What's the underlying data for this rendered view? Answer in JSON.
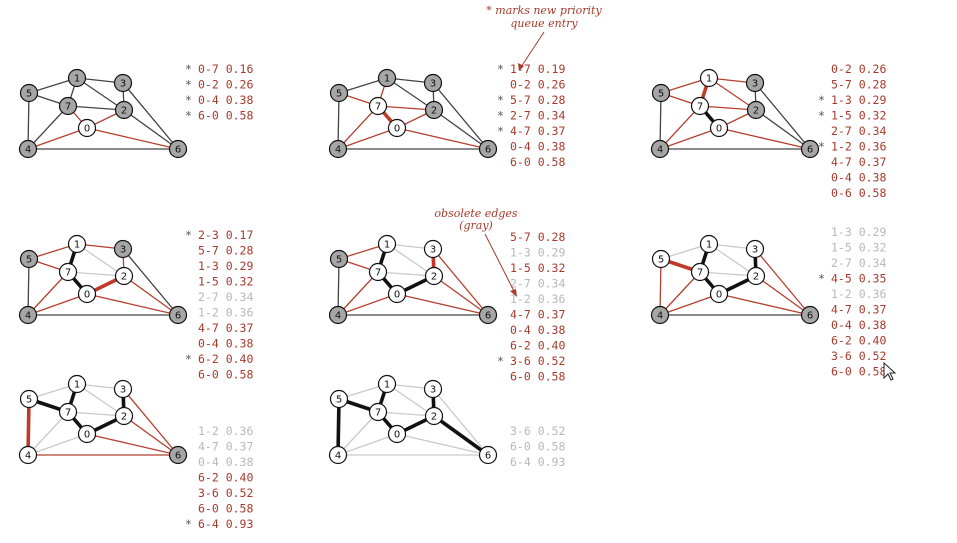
{
  "colors": {
    "tree_edge": "#111111",
    "crossing_edge": "#b5402f",
    "new_tree_edge": "#c0392b",
    "obsolete_edge": "#c9c9c9",
    "other_edge": "#444444",
    "active_entry": "#a83a2c",
    "obsolete_entry": "#b8b8b8",
    "tree_vertex_fill": "#ffffff",
    "non_tree_vertex_fill": "#a6a6a6"
  },
  "annotations": {
    "star_note_1": "* marks new priority",
    "star_note_2": "queue entry",
    "obsolete_note_1": "obsolete edges",
    "obsolete_note_2": "(gray)"
  },
  "graph": {
    "edges": [
      [
        4,
        5
      ],
      [
        4,
        7
      ],
      [
        5,
        7
      ],
      [
        0,
        7
      ],
      [
        1,
        5
      ],
      [
        0,
        4
      ],
      [
        2,
        3
      ],
      [
        1,
        7
      ],
      [
        0,
        2
      ],
      [
        1,
        2
      ],
      [
        1,
        3
      ],
      [
        2,
        7
      ],
      [
        6,
        2
      ],
      [
        3,
        6
      ],
      [
        6,
        0
      ],
      [
        6,
        4
      ]
    ],
    "vertex_labels": [
      "0",
      "1",
      "2",
      "3",
      "4",
      "5",
      "6",
      "7"
    ]
  },
  "steps": [
    {
      "tree": [
        0
      ],
      "tree_edges": [],
      "new_edge": null,
      "obsolete_edges": [],
      "crossing_edges": [
        [
          0,
          7
        ],
        [
          0,
          2
        ],
        [
          0,
          4
        ],
        [
          6,
          0
        ]
      ],
      "pq": [
        {
          "star": "*",
          "text": "0-7 0.16",
          "obsolete": false
        },
        {
          "star": "*",
          "text": "0-2 0.26",
          "obsolete": false
        },
        {
          "star": "*",
          "text": "0-4 0.38",
          "obsolete": false
        },
        {
          "star": "*",
          "text": "6-0 0.58",
          "obsolete": false
        }
      ]
    },
    {
      "tree": [
        0,
        7
      ],
      "tree_edges": [],
      "new_edge": [
        0,
        7
      ],
      "obsolete_edges": [],
      "crossing_edges": [
        [
          1,
          7
        ],
        [
          0,
          2
        ],
        [
          5,
          7
        ],
        [
          2,
          7
        ],
        [
          4,
          7
        ],
        [
          0,
          4
        ],
        [
          6,
          0
        ]
      ],
      "pq": [
        {
          "star": "*",
          "text": "1-7 0.19",
          "obsolete": false
        },
        {
          "star": "",
          "text": "0-2 0.26",
          "obsolete": false
        },
        {
          "star": "*",
          "text": "5-7 0.28",
          "obsolete": false
        },
        {
          "star": "*",
          "text": "2-7 0.34",
          "obsolete": false
        },
        {
          "star": "*",
          "text": "4-7 0.37",
          "obsolete": false
        },
        {
          "star": "",
          "text": "0-4 0.38",
          "obsolete": false
        },
        {
          "star": "",
          "text": "6-0 0.58",
          "obsolete": false
        }
      ]
    },
    {
      "tree": [
        0,
        7,
        1
      ],
      "tree_edges": [
        [
          0,
          7
        ]
      ],
      "new_edge": [
        1,
        7
      ],
      "obsolete_edges": [],
      "crossing_edges": [
        [
          0,
          2
        ],
        [
          5,
          7
        ],
        [
          1,
          3
        ],
        [
          1,
          5
        ],
        [
          2,
          7
        ],
        [
          1,
          2
        ],
        [
          4,
          7
        ],
        [
          0,
          4
        ],
        [
          6,
          0
        ]
      ],
      "pq": [
        {
          "star": "",
          "text": "0-2 0.26",
          "obsolete": false
        },
        {
          "star": "",
          "text": "5-7 0.28",
          "obsolete": false
        },
        {
          "star": "*",
          "text": "1-3 0.29",
          "obsolete": false
        },
        {
          "star": "*",
          "text": "1-5 0.32",
          "obsolete": false
        },
        {
          "star": "",
          "text": "2-7 0.34",
          "obsolete": false
        },
        {
          "star": "*",
          "text": "1-2 0.36",
          "obsolete": false
        },
        {
          "star": "",
          "text": "4-7 0.37",
          "obsolete": false
        },
        {
          "star": "",
          "text": "0-4 0.38",
          "obsolete": false
        },
        {
          "star": "",
          "text": "0-6 0.58",
          "obsolete": false
        }
      ]
    },
    {
      "tree": [
        0,
        7,
        1,
        2
      ],
      "tree_edges": [
        [
          0,
          7
        ],
        [
          1,
          7
        ]
      ],
      "new_edge": [
        0,
        2
      ],
      "obsolete_edges": [
        [
          2,
          7
        ],
        [
          1,
          2
        ]
      ],
      "crossing_edges": [
        [
          2,
          3
        ],
        [
          5,
          7
        ],
        [
          1,
          3
        ],
        [
          1,
          5
        ],
        [
          4,
          7
        ],
        [
          0,
          4
        ],
        [
          6,
          2
        ],
        [
          6,
          0
        ]
      ],
      "pq": [
        {
          "star": "*",
          "text": "2-3 0.17",
          "obsolete": false
        },
        {
          "star": "",
          "text": "5-7 0.28",
          "obsolete": false
        },
        {
          "star": "",
          "text": "1-3 0.29",
          "obsolete": false
        },
        {
          "star": "",
          "text": "1-5 0.32",
          "obsolete": false
        },
        {
          "star": "",
          "text": "2-7 0.34",
          "obsolete": true
        },
        {
          "star": "",
          "text": "1-2 0.36",
          "obsolete": true
        },
        {
          "star": "",
          "text": "4-7 0.37",
          "obsolete": false
        },
        {
          "star": "",
          "text": "0-4 0.38",
          "obsolete": false
        },
        {
          "star": "*",
          "text": "6-2 0.40",
          "obsolete": false
        },
        {
          "star": "",
          "text": "6-0 0.58",
          "obsolete": false
        }
      ]
    },
    {
      "tree": [
        0,
        7,
        1,
        2,
        3
      ],
      "tree_edges": [
        [
          0,
          7
        ],
        [
          1,
          7
        ],
        [
          0,
          2
        ]
      ],
      "new_edge": [
        2,
        3
      ],
      "obsolete_edges": [
        [
          2,
          7
        ],
        [
          1,
          2
        ],
        [
          1,
          3
        ]
      ],
      "crossing_edges": [
        [
          5,
          7
        ],
        [
          1,
          5
        ],
        [
          4,
          7
        ],
        [
          0,
          4
        ],
        [
          6,
          2
        ],
        [
          3,
          6
        ],
        [
          6,
          0
        ]
      ],
      "pq": [
        {
          "star": "",
          "text": "5-7 0.28",
          "obsolete": false
        },
        {
          "star": "",
          "text": "1-3 0.29",
          "obsolete": true
        },
        {
          "star": "",
          "text": "1-5 0.32",
          "obsolete": false
        },
        {
          "star": "",
          "text": "2-7 0.34",
          "obsolete": true
        },
        {
          "star": "",
          "text": "1-2 0.36",
          "obsolete": true
        },
        {
          "star": "",
          "text": "4-7 0.37",
          "obsolete": false
        },
        {
          "star": "",
          "text": "0-4 0.38",
          "obsolete": false
        },
        {
          "star": "",
          "text": "6-2 0.40",
          "obsolete": false
        },
        {
          "star": "*",
          "text": "3-6 0.52",
          "obsolete": false
        },
        {
          "star": "",
          "text": "6-0 0.58",
          "obsolete": false
        }
      ]
    },
    {
      "tree": [
        0,
        7,
        1,
        2,
        3,
        5
      ],
      "tree_edges": [
        [
          0,
          7
        ],
        [
          1,
          7
        ],
        [
          0,
          2
        ],
        [
          2,
          3
        ]
      ],
      "new_edge": [
        5,
        7
      ],
      "obsolete_edges": [
        [
          2,
          7
        ],
        [
          1,
          2
        ],
        [
          1,
          3
        ],
        [
          1,
          5
        ]
      ],
      "crossing_edges": [
        [
          4,
          5
        ],
        [
          4,
          7
        ],
        [
          0,
          4
        ],
        [
          6,
          2
        ],
        [
          3,
          6
        ],
        [
          6,
          0
        ]
      ],
      "pq": [
        {
          "star": "",
          "text": "1-3 0.29",
          "obsolete": true
        },
        {
          "star": "",
          "text": "1-5 0.32",
          "obsolete": true
        },
        {
          "star": "",
          "text": "2-7 0.34",
          "obsolete": true
        },
        {
          "star": "*",
          "text": "4-5 0.35",
          "obsolete": false
        },
        {
          "star": "",
          "text": "1-2 0.36",
          "obsolete": true
        },
        {
          "star": "",
          "text": "4-7 0.37",
          "obsolete": false
        },
        {
          "star": "",
          "text": "0-4 0.38",
          "obsolete": false
        },
        {
          "star": "",
          "text": "6-2 0.40",
          "obsolete": false
        },
        {
          "star": "",
          "text": "3-6 0.52",
          "obsolete": false
        },
        {
          "star": "",
          "text": "6-0 0.58",
          "obsolete": false
        }
      ]
    },
    {
      "tree": [
        0,
        7,
        1,
        2,
        3,
        5,
        4
      ],
      "tree_edges": [
        [
          0,
          7
        ],
        [
          1,
          7
        ],
        [
          0,
          2
        ],
        [
          2,
          3
        ],
        [
          5,
          7
        ]
      ],
      "new_edge": [
        4,
        5
      ],
      "obsolete_edges": [
        [
          2,
          7
        ],
        [
          1,
          2
        ],
        [
          1,
          3
        ],
        [
          1,
          5
        ],
        [
          4,
          7
        ],
        [
          0,
          4
        ]
      ],
      "crossing_edges": [
        [
          6,
          2
        ],
        [
          3,
          6
        ],
        [
          6,
          0
        ],
        [
          6,
          4
        ]
      ],
      "pq": [
        {
          "star": "",
          "text": "1-2 0.36",
          "obsolete": true
        },
        {
          "star": "",
          "text": "4-7 0.37",
          "obsolete": true
        },
        {
          "star": "",
          "text": "0-4 0.38",
          "obsolete": true
        },
        {
          "star": "",
          "text": "6-2 0.40",
          "obsolete": false
        },
        {
          "star": "",
          "text": "3-6 0.52",
          "obsolete": false
        },
        {
          "star": "",
          "text": "6-0 0.58",
          "obsolete": false
        },
        {
          "star": "*",
          "text": "6-4 0.93",
          "obsolete": false
        }
      ]
    },
    {
      "tree": [
        0,
        7,
        1,
        2,
        3,
        5,
        4,
        6
      ],
      "tree_edges": [
        [
          0,
          7
        ],
        [
          1,
          7
        ],
        [
          0,
          2
        ],
        [
          2,
          3
        ],
        [
          5,
          7
        ],
        [
          4,
          5
        ],
        [
          6,
          2
        ]
      ],
      "new_edge": null,
      "obsolete_edges": [
        [
          2,
          7
        ],
        [
          1,
          2
        ],
        [
          1,
          3
        ],
        [
          1,
          5
        ],
        [
          4,
          7
        ],
        [
          0,
          4
        ],
        [
          3,
          6
        ],
        [
          6,
          0
        ],
        [
          6,
          4
        ]
      ],
      "crossing_edges": [],
      "pq": [
        {
          "star": "",
          "text": "3-6 0.52",
          "obsolete": true
        },
        {
          "star": "",
          "text": "6-0 0.58",
          "obsolete": true
        },
        {
          "star": "",
          "text": "6-4 0.93",
          "obsolete": true
        }
      ]
    }
  ]
}
